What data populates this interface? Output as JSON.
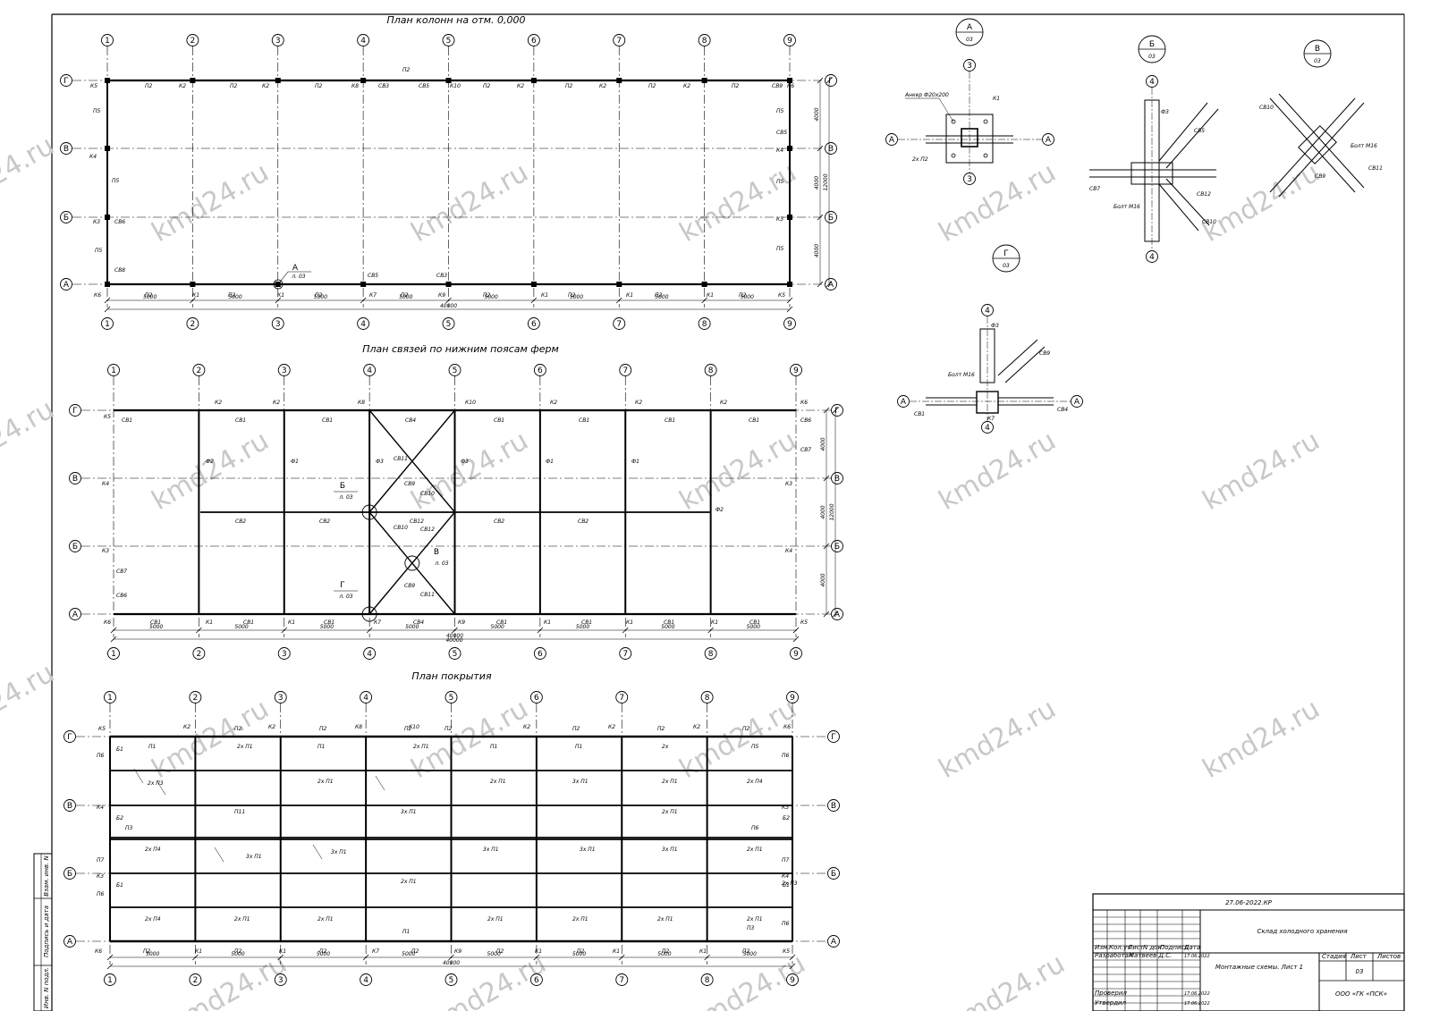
{
  "titles": {
    "columns_plan": "План колонн на отм. 0,000",
    "bracing_plan": "План связей по нижним поясам ферм",
    "roof_plan": "План покрытия"
  },
  "axes": {
    "numbers": [
      "1",
      "2",
      "3",
      "4",
      "5",
      "6",
      "7",
      "8",
      "9"
    ],
    "letters": [
      "А",
      "Б",
      "В",
      "Г"
    ]
  },
  "dimensions": {
    "bay": "5000",
    "total_length": "40000",
    "span_sub": "4000",
    "total_width": "12000"
  },
  "plan1_labels": {
    "top_row": [
      "К5",
      "П2",
      "К2",
      "П2",
      "К2",
      "П2",
      "К8",
      "СВ3",
      "СВ5",
      "К10",
      "П2",
      "К2",
      "П2",
      "К2",
      "П2",
      "К2",
      "П2",
      "СВ9",
      "К6"
    ],
    "top_extra": "П2",
    "left": [
      "П5",
      "К4",
      "П5",
      "К3",
      "СВ6",
      "П5",
      "СВ8"
    ],
    "right": [
      "П5",
      "СВ5",
      "К4",
      "П5",
      "К3",
      "П5"
    ],
    "bottom_row": [
      "К6",
      "П2",
      "К1",
      "П2",
      "К1",
      "П2",
      "СВ5",
      "К7",
      "П2",
      "СВ3",
      "К9",
      "П2",
      "К1",
      "П2",
      "К1",
      "П2",
      "К1",
      "П2",
      "К5"
    ]
  },
  "plan2_labels": {
    "top_row": [
      "К2",
      "К2",
      "К8",
      "К10",
      "К2",
      "К2",
      "К2",
      "К6"
    ],
    "left_top": "К5",
    "top_sv": [
      "СВ1",
      "СВ1",
      "СВ1",
      "СВ4",
      "СВ1",
      "СВ1",
      "СВ1",
      "СВ1",
      "СВ6"
    ],
    "f_labels": [
      "Ф2",
      "Ф1",
      "Ф3",
      "СВ11",
      "СВ9",
      "Ф3",
      "Ф1",
      "Ф1"
    ],
    "middle": [
      "СВ10",
      "СВ2",
      "СВ2",
      "СВ12",
      "СВ2",
      "СВ2",
      "Ф2"
    ],
    "cross": [
      "СВ10",
      "СВ12",
      "СВ9",
      "СВ11"
    ],
    "side": [
      "К4",
      "К3",
      "СВ7",
      "СВ6",
      "СВ7",
      "К3",
      "К4"
    ],
    "bottom_row": [
      "К6",
      "СВ1",
      "К1",
      "СВ1",
      "К1",
      "СВ1",
      "К7",
      "СВ4",
      "К9",
      "СВ1",
      "К1",
      "СВ1",
      "К1",
      "СВ1",
      "К1",
      "СВ1",
      "К5"
    ]
  },
  "plan3_labels": {
    "top_row": [
      "К5",
      "К2",
      "П2",
      "К2",
      "П2",
      "К8",
      "П2",
      "К10",
      "П2",
      "К2",
      "П2",
      "К2",
      "П2",
      "К2",
      "П2",
      "К6"
    ],
    "row_a": [
      "Б1",
      "П1",
      "2х П1",
      "П1",
      "2х П1",
      "П1",
      "П1",
      "2х",
      "П5"
    ],
    "row_b": [
      "2х П3",
      "2х П1",
      "2х П1",
      "3х П1",
      "2х П1",
      "2х П4"
    ],
    "row_c": [
      "П11",
      "3х П1",
      "2х П1"
    ],
    "row_d": [
      "Б2",
      "П3",
      "П6",
      "Б2"
    ],
    "row_e": [
      "2х П4",
      "3х П1",
      "3х П1",
      "3х П1",
      "3х П1",
      "3х П1",
      "2х П1"
    ],
    "row_f": [
      "Б1",
      "2х П1",
      "Б1"
    ],
    "row_g": [
      "2х П4",
      "2х П1",
      "2х П1",
      "2х П1",
      "2х П1",
      "2х П1",
      "2х П1",
      "П3"
    ],
    "left": [
      "П6",
      "К4",
      "П7",
      "К3",
      "П6"
    ],
    "right": [
      "П6",
      "К3",
      "П7",
      "К4",
      "2х П3",
      "П6"
    ],
    "bottom_row": [
      "К6",
      "П2",
      "К1",
      "П2",
      "К1",
      "П2",
      "К7",
      "П1",
      "П2",
      "К9",
      "П2",
      "К1",
      "П2",
      "К1",
      "П2",
      "К1",
      "П2",
      "К5"
    ]
  },
  "details": {
    "A": {
      "letter": "А",
      "sheet": "03",
      "axis_num": "3",
      "axis_let": "А",
      "anchor": "Анкер Ф20х200",
      "col": "К1",
      "beam": "2х П2"
    },
    "B": {
      "letter": "Б",
      "sheet": "03",
      "axis": "4",
      "labels": [
        "Ф3",
        "СВ5",
        "СВ12",
        "СВ7",
        "Болт М16",
        "СВ10"
      ]
    },
    "V": {
      "letter": "В",
      "sheet": "03",
      "labels": [
        "СВ10",
        "Болт М16",
        "СВ11",
        "СВ9"
      ]
    },
    "G": {
      "letter": "Г",
      "sheet": "03",
      "axis_num": "4",
      "axis_let": "А",
      "labels": [
        "Ф3",
        "СВ9",
        "Болт М16",
        "СВ1",
        "К7",
        "СВ4"
      ]
    }
  },
  "callouts": [
    {
      "letter": "А",
      "sheet": "л. 03"
    },
    {
      "letter": "Б",
      "sheet": "л. 03"
    },
    {
      "letter": "В",
      "sheet": "л. 03"
    },
    {
      "letter": "Г",
      "sheet": "л. 03"
    }
  ],
  "side_stamp": [
    "Взам. инв. N",
    "Подпись и дата",
    "Инв. N подл."
  ],
  "title_block": {
    "code": "27.06-2022.КР",
    "project": "Склад холодного хранения",
    "headers": [
      "Изм.",
      "Кол.уч",
      "Лист",
      "N док.",
      "Подпись",
      "Дата"
    ],
    "developer_role": "Разработал",
    "developer_name": "Матвеев Д.С.",
    "date": "17.06.2022",
    "checked": "Проверил",
    "approved": "Утвердил",
    "sheet_title": "Монтажные схемы. Лист 1",
    "stage_h": "Стадия",
    "sheet_h": "Лист",
    "sheets_h": "Листов",
    "sheet_num": "03",
    "company": "ООО «ГК «ПСК»"
  },
  "watermark": "kmd24.ru"
}
